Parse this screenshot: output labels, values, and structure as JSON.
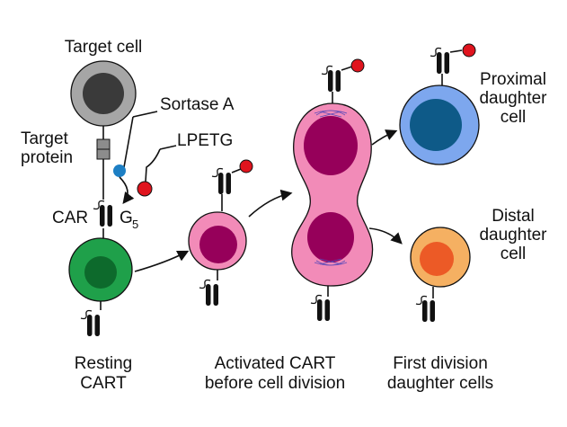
{
  "labels": {
    "target_cell": "Target cell",
    "sortase_a": "Sortase A",
    "target_protein_1": "Target",
    "target_protein_2": "protein",
    "lpetg": "LPETG",
    "car": "CAR",
    "g5_main": "G",
    "g5_sub": "5",
    "proximal_1": "Proximal",
    "proximal_2": "daughter",
    "proximal_3": "cell",
    "distal_1": "Distal",
    "distal_2": "daughter",
    "distal_3": "cell",
    "resting_1": "Resting",
    "resting_2": "CART",
    "activated_1": "Activated CART",
    "activated_2": "before cell division",
    "first_div_1": "First division",
    "first_div_2": "daughter cells"
  },
  "colors": {
    "target_outer": "#a6a6a6",
    "target_nucleus": "#3a3a3a",
    "resting_outer": "#1fa04a",
    "resting_nucleus": "#0d6a2c",
    "activated_outer": "#f28bb8",
    "activated_nucleus": "#96005a",
    "proximal_outer": "#7da7ee",
    "proximal_nucleus": "#0e5a88",
    "distal_outer": "#f5b062",
    "distal_nucleus": "#ec5a26",
    "lpetg_ball": "#e0141e",
    "sortase": "#1d7fc4",
    "spindle": "#5a4ab8"
  }
}
